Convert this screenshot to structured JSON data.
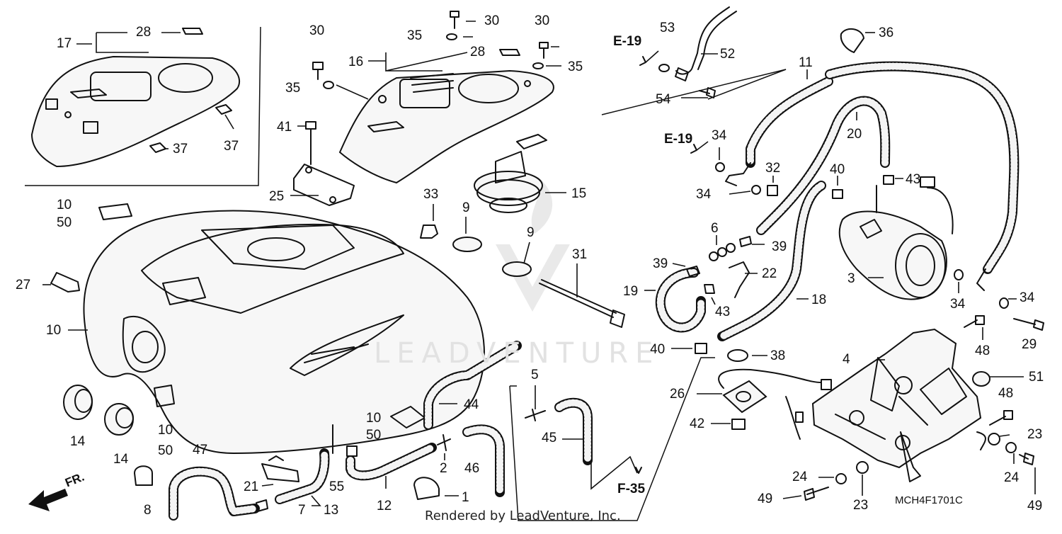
{
  "diagram": {
    "part_labels": [
      {
        "id": "17",
        "text": "17"
      },
      {
        "id": "28a",
        "text": "28"
      },
      {
        "id": "37a",
        "text": "37"
      },
      {
        "id": "37b",
        "text": "37"
      },
      {
        "id": "30a",
        "text": "30"
      },
      {
        "id": "35a",
        "text": "35"
      },
      {
        "id": "16",
        "text": "16"
      },
      {
        "id": "30b",
        "text": "30"
      },
      {
        "id": "35b",
        "text": "35"
      },
      {
        "id": "28b",
        "text": "28"
      },
      {
        "id": "30c",
        "text": "30"
      },
      {
        "id": "35c",
        "text": "35"
      },
      {
        "id": "41",
        "text": "41"
      },
      {
        "id": "25",
        "text": "25"
      },
      {
        "id": "15",
        "text": "15"
      },
      {
        "id": "33",
        "text": "33"
      },
      {
        "id": "9a",
        "text": "9"
      },
      {
        "id": "9b",
        "text": "9"
      },
      {
        "id": "31",
        "text": "31"
      },
      {
        "id": "10a",
        "text": "10"
      },
      {
        "id": "50a",
        "text": "50"
      },
      {
        "id": "27",
        "text": "27"
      },
      {
        "id": "10b",
        "text": "10"
      },
      {
        "id": "14a",
        "text": "14"
      },
      {
        "id": "14b",
        "text": "14"
      },
      {
        "id": "10c",
        "text": "10"
      },
      {
        "id": "50b",
        "text": "50"
      },
      {
        "id": "8",
        "text": "8"
      },
      {
        "id": "47",
        "text": "47"
      },
      {
        "id": "21",
        "text": "21"
      },
      {
        "id": "7",
        "text": "7"
      },
      {
        "id": "13",
        "text": "13"
      },
      {
        "id": "55",
        "text": "55"
      },
      {
        "id": "12",
        "text": "12"
      },
      {
        "id": "1",
        "text": "1"
      },
      {
        "id": "2",
        "text": "2"
      },
      {
        "id": "46",
        "text": "46"
      },
      {
        "id": "44",
        "text": "44"
      },
      {
        "id": "10d",
        "text": "10"
      },
      {
        "id": "50c",
        "text": "50"
      },
      {
        "id": "5",
        "text": "5"
      },
      {
        "id": "45",
        "text": "45"
      },
      {
        "id": "53",
        "text": "53"
      },
      {
        "id": "52",
        "text": "52"
      },
      {
        "id": "54",
        "text": "54"
      },
      {
        "id": "11",
        "text": "11"
      },
      {
        "id": "36",
        "text": "36"
      },
      {
        "id": "20",
        "text": "20"
      },
      {
        "id": "34a",
        "text": "34"
      },
      {
        "id": "32",
        "text": "32"
      },
      {
        "id": "34b",
        "text": "34"
      },
      {
        "id": "40a",
        "text": "40"
      },
      {
        "id": "43a",
        "text": "43"
      },
      {
        "id": "6",
        "text": "6"
      },
      {
        "id": "39a",
        "text": "39"
      },
      {
        "id": "39b",
        "text": "39"
      },
      {
        "id": "22",
        "text": "22"
      },
      {
        "id": "19",
        "text": "19"
      },
      {
        "id": "43b",
        "text": "43"
      },
      {
        "id": "18",
        "text": "18"
      },
      {
        "id": "3",
        "text": "3"
      },
      {
        "id": "34c",
        "text": "34"
      },
      {
        "id": "34d",
        "text": "34"
      },
      {
        "id": "40b",
        "text": "40"
      },
      {
        "id": "38",
        "text": "38"
      },
      {
        "id": "48a",
        "text": "48"
      },
      {
        "id": "29",
        "text": "29"
      },
      {
        "id": "4",
        "text": "4"
      },
      {
        "id": "51",
        "text": "51"
      },
      {
        "id": "26",
        "text": "26"
      },
      {
        "id": "48b",
        "text": "48"
      },
      {
        "id": "42",
        "text": "42"
      },
      {
        "id": "23a",
        "text": "23"
      },
      {
        "id": "24a",
        "text": "24"
      },
      {
        "id": "24b",
        "text": "24"
      },
      {
        "id": "49a",
        "text": "49"
      },
      {
        "id": "23b",
        "text": "23"
      },
      {
        "id": "49b",
        "text": "49"
      }
    ],
    "refs": {
      "e19_upper": "E-19",
      "e19_lower": "E-19",
      "f35": "F-35"
    },
    "direction_label": "FR.",
    "diagram_code": "MCH4F1701C",
    "footer": "Rendered by LeadVenture, Inc.",
    "watermark": "LEADVENTURE"
  }
}
